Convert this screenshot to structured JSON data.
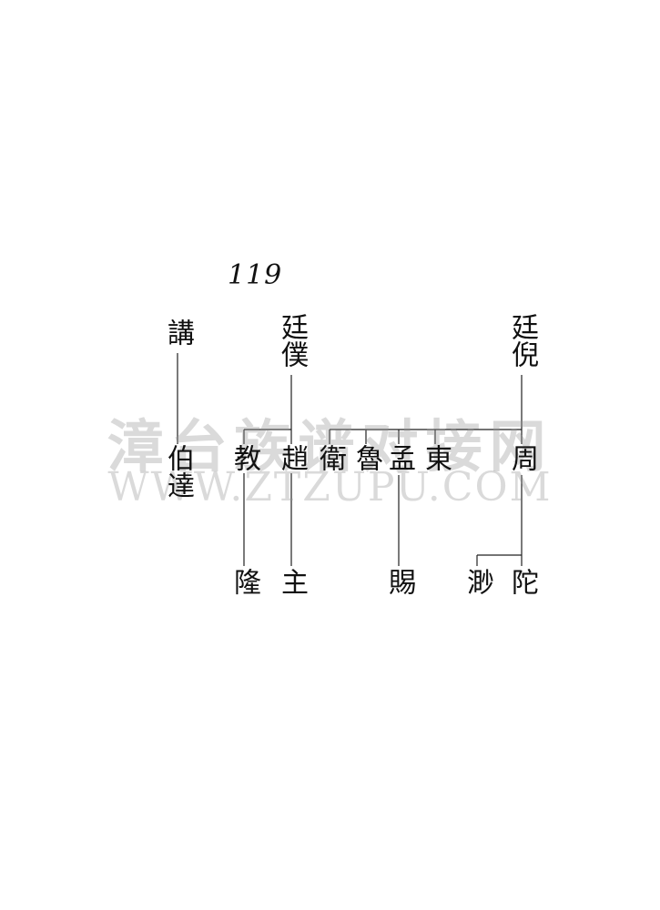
{
  "page": {
    "number": "119"
  },
  "watermark": {
    "chinese": "漳台族谱对接网",
    "url": "WWW.ZTZUPU.COM"
  },
  "names": {
    "jiang": "講",
    "boda": "伯達",
    "tingpu": "廷僕",
    "jiao": "教",
    "zhao": "趙",
    "long": "隆",
    "zhu": "主",
    "tingni": "廷倪",
    "wei": "衛",
    "lu": "魯",
    "meng": "孟",
    "dong": "東",
    "zhou": "周",
    "ci": "賜",
    "miao": "渺",
    "tuo": "陀"
  }
}
